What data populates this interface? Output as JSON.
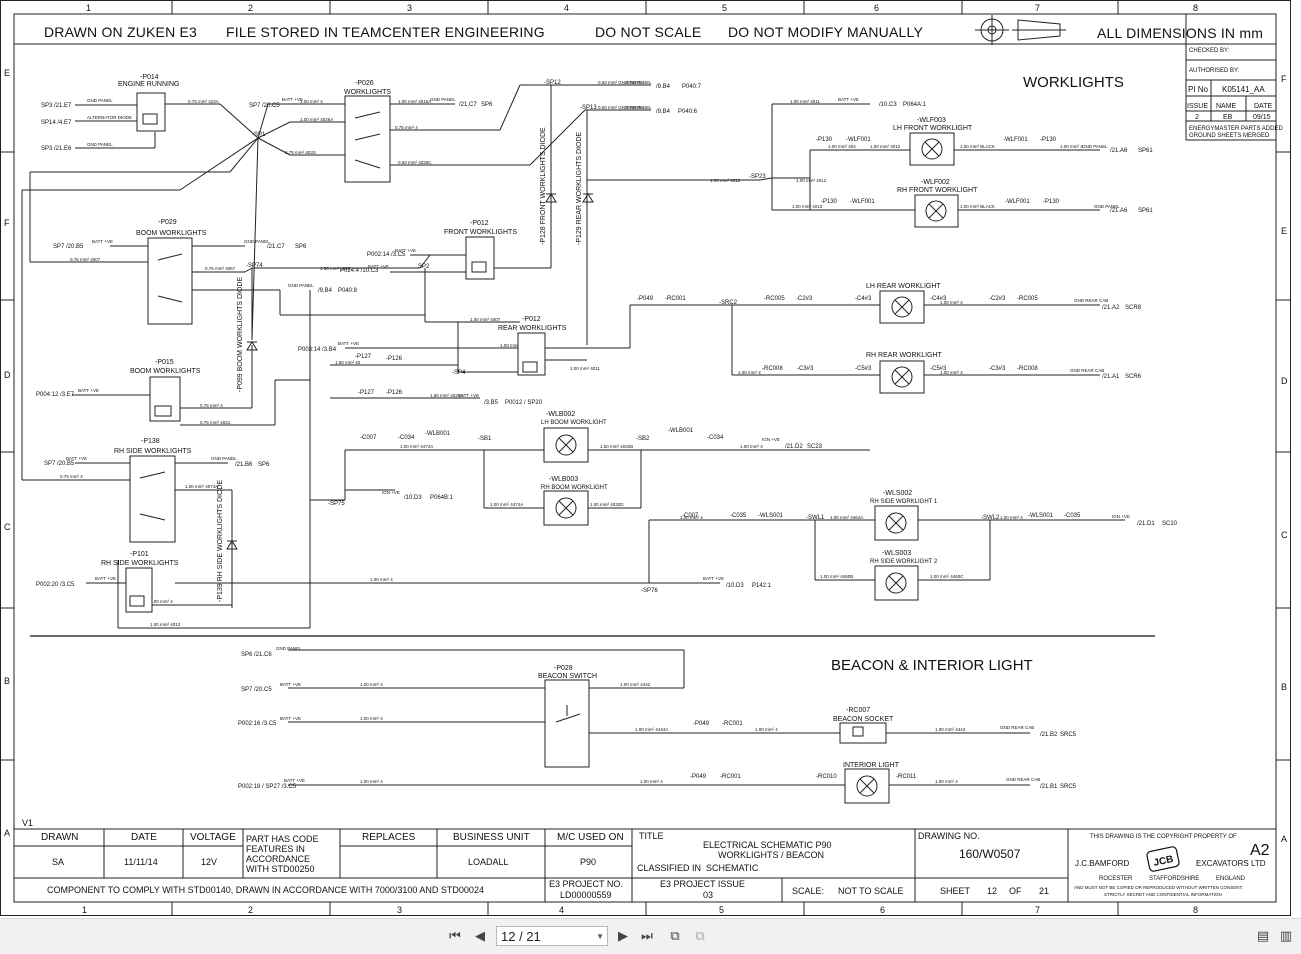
{
  "header": {
    "drawn_on": "DRAWN ON ZUKEN E3",
    "file_stored": "FILE STORED IN TEAMCENTER ENGINEERING",
    "do_not_scale": "DO NOT SCALE",
    "do_not_modify": "DO NOT MODIFY MANUALLY",
    "all_dimensions": "ALL DIMENSIONS IN mm"
  },
  "grid": {
    "columns": [
      "1",
      "2",
      "3",
      "4",
      "5",
      "6",
      "7",
      "8"
    ],
    "rows_left": [
      "E",
      "F",
      "D",
      "C",
      "B",
      "A"
    ],
    "rows_right": [
      "F",
      "E",
      "D",
      "C",
      "B",
      "A"
    ]
  },
  "sections": {
    "worklights": "WORKLIGHTS",
    "beacon": "BEACON & INTERIOR LIGHT"
  },
  "revision_block": {
    "checked_by": "CHECKED BY:",
    "authorised_by": "AUTHORISED BY:",
    "pi_no_label": "PI No",
    "pi_no": "K05141_AA",
    "issue_label": "ISSUE",
    "name_label": "NAME",
    "date_label": "DATE",
    "issue": "2",
    "name": "EB",
    "date": "09/15",
    "note_1": "ENERGYMASTER PARTS ADDED",
    "note_2": "GROUND SHEETS MERGED"
  },
  "components": {
    "p014": {
      "id": "-P014",
      "name": "ENGINE RUNNING"
    },
    "p026": {
      "id": "-P026",
      "name": "WORKLIGHTS"
    },
    "p029": {
      "id": "-P029",
      "name": "BOOM WORKLIGHTS"
    },
    "p012f": {
      "id": "-P012",
      "name": "FRONT WORKLIGHTS"
    },
    "p012r": {
      "id": "-P012",
      "name": "REAR WORKLIGHTS"
    },
    "p015": {
      "id": "-P015",
      "name": "BOOM WORKLIGHTS"
    },
    "p138": {
      "id": "-P138",
      "name": "RH SIDE WORKLIGHTS"
    },
    "p101": {
      "id": "-P101",
      "name": "RH SIDE WORKLIGHTS"
    },
    "wlf003": {
      "id": "-WLF003",
      "name": "LH FRONT WORKLIGHT"
    },
    "wlf002": {
      "id": "-WLF002",
      "name": "RH FRONT WORKLIGHT"
    },
    "lhrear": {
      "name": "LH REAR WORKLIGHT"
    },
    "rhrear": {
      "name": "RH REAR WORKLIGHT"
    },
    "wlb002": {
      "id": "-WLB002",
      "name": "LH BOOM WORKLIGHT"
    },
    "wlb003": {
      "id": "-WLB003",
      "name": "RH BOOM WORKLIGHT"
    },
    "wls002": {
      "id": "-WLS002",
      "name": "RH SIDE WORKLIGHT 1"
    },
    "wls003": {
      "id": "-WLS003",
      "name": "RH SIDE WORKLIGHT 2"
    },
    "p028": {
      "id": "-P028",
      "name": "BEACON SWITCH"
    },
    "rc007": {
      "id": "-RC007",
      "name": "BEACON SOCKET"
    },
    "interior": {
      "name": "INTERIOR LIGHT"
    }
  },
  "diodes": {
    "p128": "-P128 FRONT WORKLIGHTS DIODE",
    "p129": "-P129 REAR WORKLIGHTS DIODE",
    "p099": "-P099 BOOM WORKLIGHTS DIODE",
    "p139": "-P139 RH SIDE WORKLIGHTS DIODE"
  },
  "labels": {
    "sp3a": "SP3 /21.E7",
    "sp14": "SP14 /4.E7",
    "sp3b": "SP3 /21.E6",
    "sp7a": "SP7 /20.C5",
    "sp1": "-SP1",
    "sp12": "-SP12",
    "sp13": "-SP13",
    "sp23": "-SP23",
    "sp74": "-SP74",
    "sp2": "SP2",
    "sp4": "-SP4",
    "sp75": "-SP75",
    "sp76": "-SP76",
    "sp6": "SP6",
    "sp61": "SP61",
    "sp7b": "SP7 /20.B5",
    "sp7c": "SP7 /20.B5",
    "p002_14": "P002:14 /3.C5",
    "p024_4": "P024:4 /10.C3",
    "p003_14": "P003:14 /3.B4",
    "p004_12": "P004:12 /3.E7",
    "p002_20": "P002:20 /3.C5",
    "t_b4a": "/9.B4",
    "t_b4b": "/9.B4",
    "t_c7a": "/21.C7",
    "t_c7b": "/21.C7",
    "t_b4c": "/9.B4",
    "p040_7": "P040:7",
    "p040_6": "P040:6",
    "p040_8": "P040:8",
    "t_c3": "/10.C3",
    "p064_1": "P064A:1",
    "t_a6a": "/21.A6",
    "t_a6b": "/21.A6",
    "t_a2": "/21.A2",
    "t_a1": "/21.A1",
    "scr8": "SCR8",
    "scr6": "SCR6",
    "t_b5": "/3.B5",
    "p0012": "P0012 / SP20",
    "t_d2": "/21.D2",
    "sc23": "SC23",
    "t_d3a": "/10.D3",
    "p064b": "P064B:1",
    "t_d1": "/21.D1",
    "sc10": "SC10",
    "t_d3b": "/10.D3",
    "p142": "P142:1",
    "t_b6": "/21.B6",
    "b_sp6": "SP6 /21.C6",
    "b_sp7": "SP7 /20.C5",
    "b_p002_16": "P002:16 /3.C5",
    "b_p002_18": "P002:18 / SP27 /3.C5",
    "t_b2": "/21.B2",
    "src5a": "SRC5",
    "t_b1": "/21.B1",
    "src5b": "SRC5",
    "gnd_panel": "GND PANEL",
    "gnd_rear_cab": "GND REAR CAB",
    "batt_ve": "BATT +VE",
    "ign_ve": "IGN +VE",
    "alt_diode": "ALTERNATOR DIODE"
  },
  "connectors": {
    "c1": "-P130",
    "c2": "-WLF001",
    "c3": "-WLF001",
    "c4": "-P130",
    "c5": "-P130",
    "c6": "-WLF001",
    "c7": "-WLF001",
    "c8": "-P130",
    "c9": "-P049",
    "c10": "-RC001",
    "c11": "-SRC2",
    "c12": "-RC005",
    "c13": "-C2#3",
    "c14": "-C4#3",
    "c15": "-C4#3",
    "c16": "-C2#3",
    "c17": "-RC005",
    "c18": "-RC008",
    "c19": "-C3#3",
    "c20": "-C5#3",
    "c21": "-C5#3",
    "c22": "-C3#3",
    "c23": "-RC008",
    "c24": "-P127",
    "c25": "-P126",
    "c26": "-P127",
    "c27": "-P126",
    "c28": "-C007",
    "c29": "-C034",
    "c30": "-WLB001",
    "c31": "-SB1",
    "c32": "-SB2",
    "c33": "-WLB001",
    "c34": "-C034",
    "c35": "-C007",
    "c36": "-C035",
    "c37": "-WLS001",
    "c38": "-SWL1",
    "c39": "-SWL2",
    "c40": "-WLS001",
    "c41": "-C035",
    "c42": "-P049",
    "c43": "-RC001",
    "c44": "-P049",
    "c45": "-RC001",
    "c46": "-RC010",
    "c47": "-RC011"
  },
  "title_block": {
    "v1": "V1",
    "drawn_label": "DRAWN",
    "date_label": "DATE",
    "voltage_label": "VOLTAGE",
    "part_code_1": "PART HAS CODE",
    "part_code_2": "FEATURES IN",
    "part_code_3": "ACCORDANCE",
    "part_code_4": "WITH STD00250",
    "replaces_label": "REPLACES",
    "business_unit_label": "BUSINESS UNIT",
    "mc_used_label": "M/C USED ON",
    "drawn": "SA",
    "date": "11/11/14",
    "voltage": "12V",
    "business_unit": "LOADALL",
    "mc_used": "P90",
    "title_label": "TITLE",
    "title_1": "ELECTRICAL SCHEMATIC P90",
    "title_2": "WORKLIGHTS / BEACON",
    "classified_label": "CLASSIFIED IN",
    "classified": "SCHEMATIC",
    "drawing_no_label": "DRAWING NO.",
    "drawing_no": "160/W0507",
    "copyright": "THIS DRAWING IS THE COPYRIGHT PROPERTY OF",
    "size": "A2",
    "company": "J.C.BAMFORD",
    "company2": "EXCAVATORS LTD",
    "place_1": "ROCESTER",
    "place_2": "STAFFORDSHIRE",
    "place_3": "ENGLAND",
    "legal_1": "AND MUST NOT BE COPIED OR REPRODUCED WITHOUT WRITTEN CONSENT.",
    "legal_2": "STRICTLY SECRET AND CONFIDENTIAL INFORMATION",
    "logo": "JCB",
    "comply": "COMPONENT TO COMPLY WITH STD00140, DRAWN IN ACCORDANCE WITH 7000/3100 AND STD00024",
    "e3_project_label": "E3 PROJECT NO.",
    "e3_project": "LD00000559",
    "e3_issue_label": "E3 PROJECT ISSUE",
    "e3_issue": "03",
    "scale_label": "SCALE:",
    "scale": "NOT TO SCALE",
    "sheet_label": "SHEET",
    "sheet": "12",
    "of_label": "OF",
    "sheet_total": "21"
  },
  "viewer": {
    "page_value": "12 / 21",
    "current_page": 12,
    "total_pages": 21
  }
}
